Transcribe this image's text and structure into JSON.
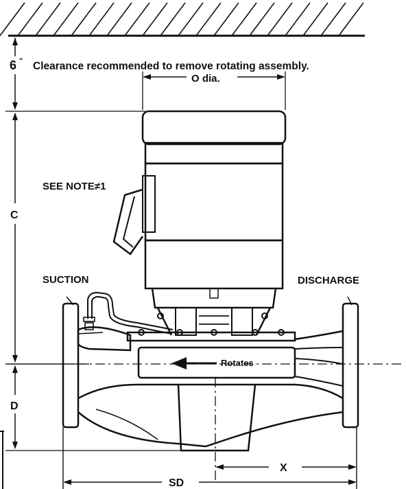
{
  "labels": {
    "clearance_inches": "6",
    "inch_mark": "\"",
    "clearance_note": "Clearance recommended to remove rotating assembly.",
    "o_dia": "O dia.",
    "see_note": "SEE NOTE≠1",
    "c": "C",
    "d": "D",
    "x": "X",
    "sd": "SD",
    "suction": "SUCTION",
    "discharge": "DISCHARGE",
    "rotates": "Rotates"
  },
  "colors": {
    "ink": "#111111",
    "paper": "#ffffff"
  }
}
